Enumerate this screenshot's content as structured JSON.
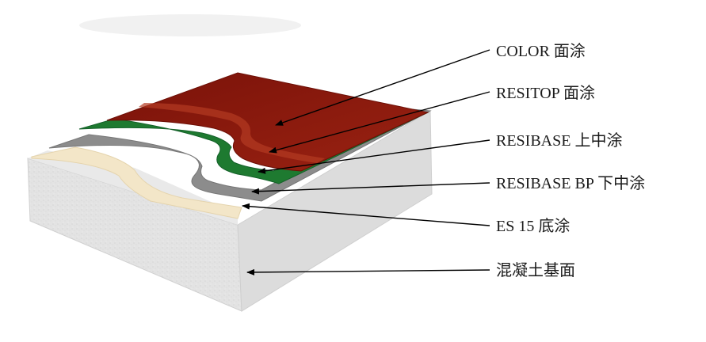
{
  "layers": [
    {
      "label": "COLOR 面涂",
      "color": "#8b1a10"
    },
    {
      "label": "RESITOP 面涂",
      "color": "#a32515"
    },
    {
      "label": "RESIBASE 上中涂",
      "color": "#1e7a30"
    },
    {
      "label": "RESIBASE BP 下中涂",
      "color": "#8c8c8c"
    },
    {
      "label": "ES 15 底涂",
      "color": "#f3e6c8"
    },
    {
      "label": "混凝土基面",
      "color": "#e6e6e6"
    }
  ]
}
